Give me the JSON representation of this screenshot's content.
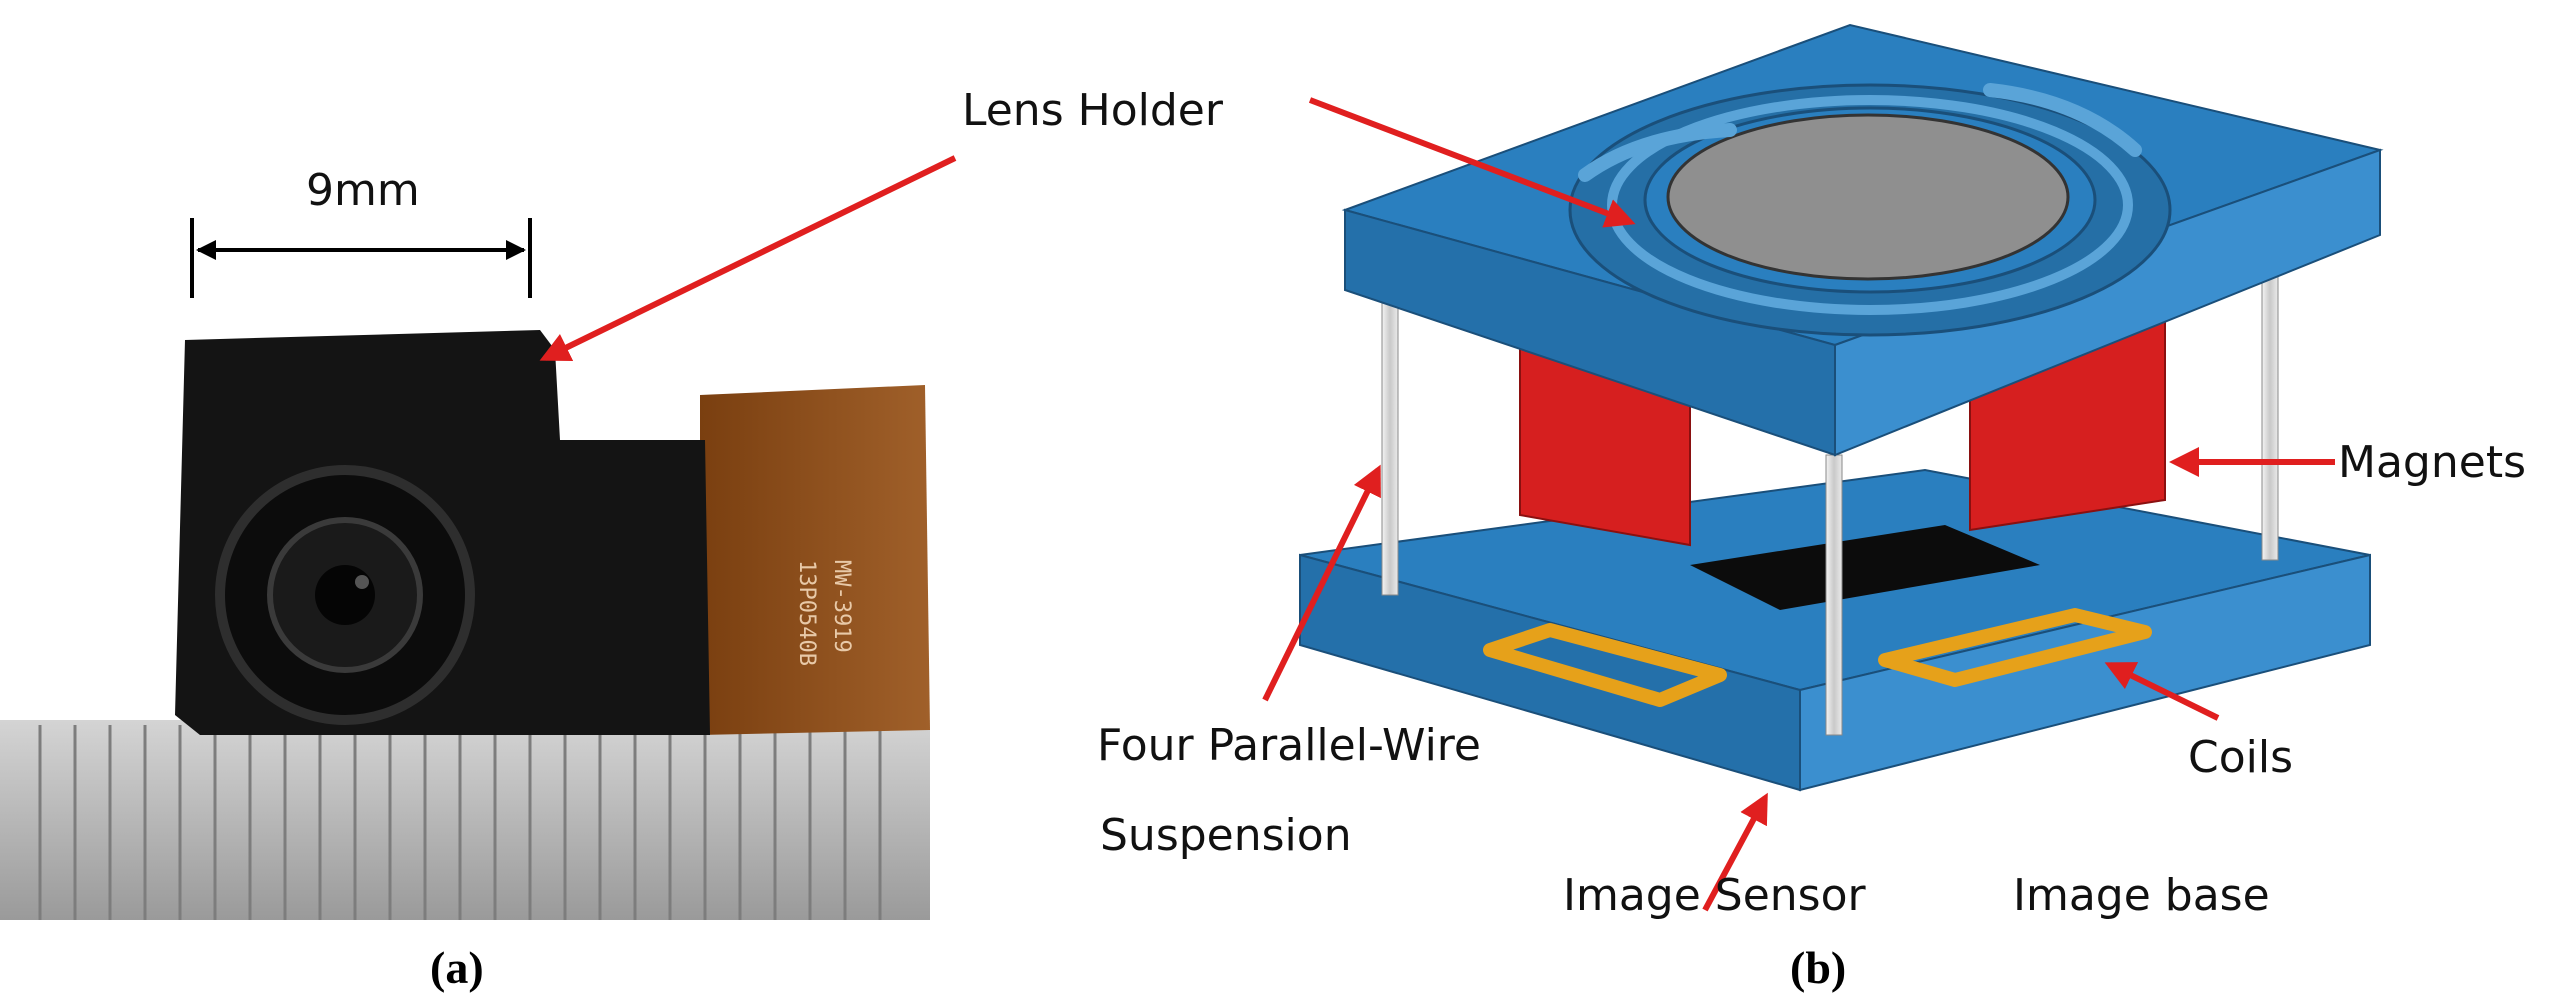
{
  "panel_a": {
    "dimension_label": "9mm",
    "chip_text_1": "13P0540B",
    "chip_text_2": "MW-3919",
    "caption": "(a)"
  },
  "panel_b": {
    "labels": {
      "lens_holder": "Lens Holder",
      "magnets": "Magnets",
      "wire_line1": "Four Parallel-Wire",
      "wire_line2": "Suspension",
      "coils": "Coils",
      "image_sensor": "Image Sensor",
      "image_base": "Image base"
    },
    "caption": "(b)"
  },
  "colors": {
    "arrow": "#e01f1f",
    "blue_top": "#2a7fbf",
    "blue_side": "#2470aa",
    "magnet": "#d61f1f",
    "coil": "#e6a11a",
    "lens": "#8f8f8f"
  }
}
